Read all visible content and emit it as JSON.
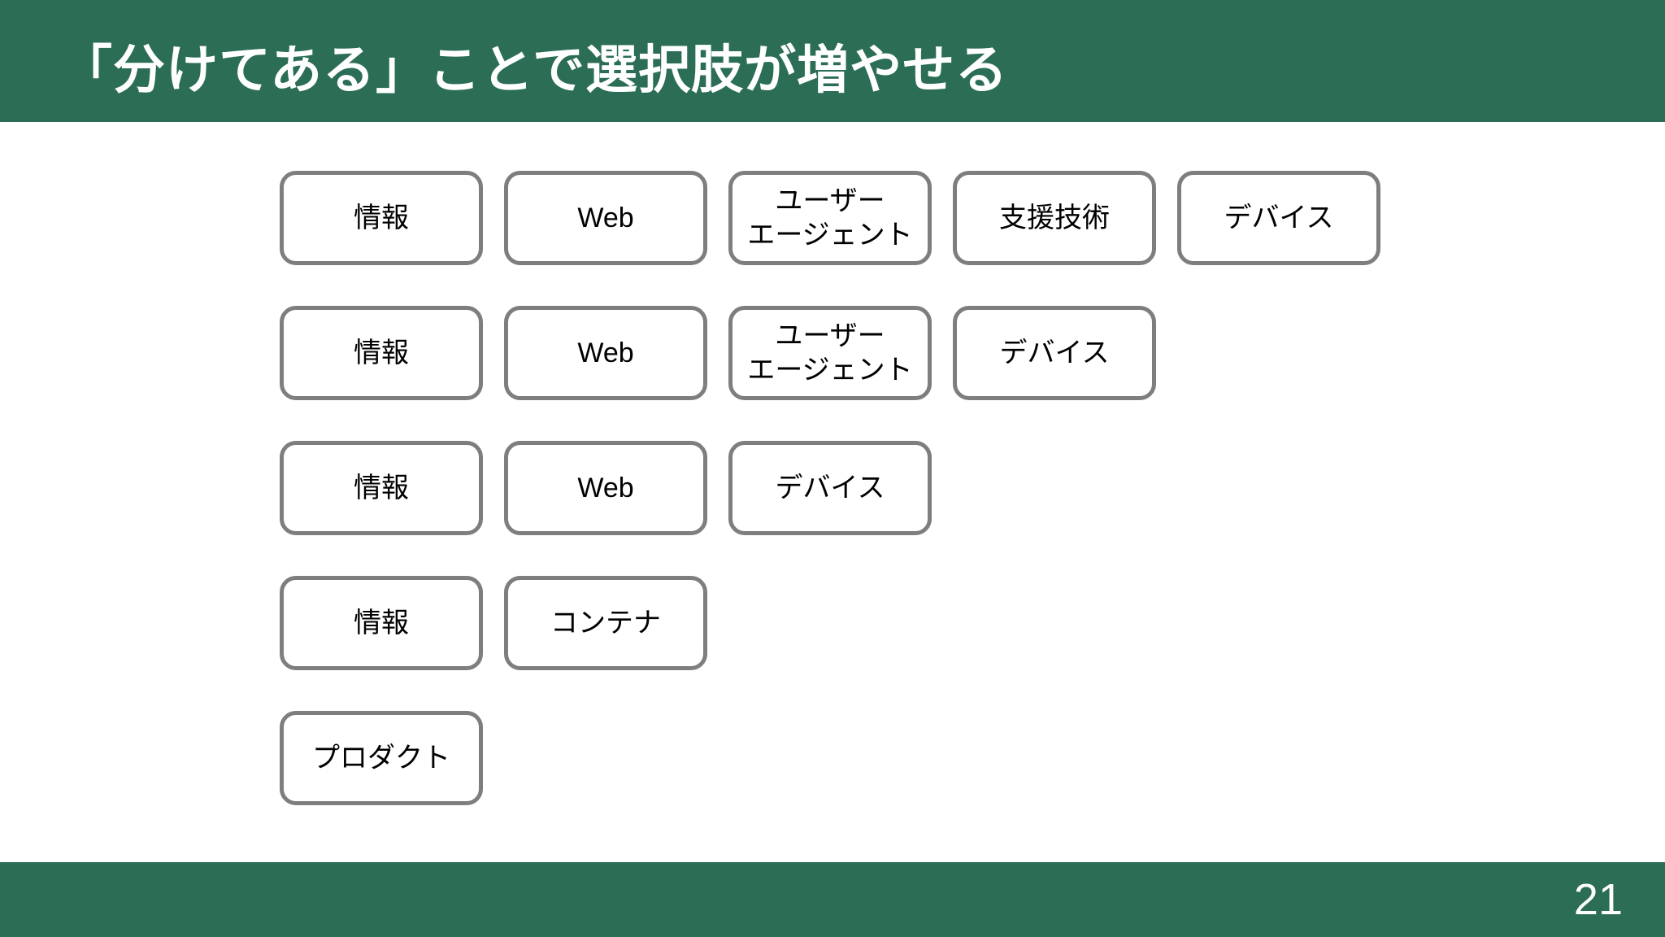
{
  "header": {
    "title": "「分けてある」ことで選択肢が増やせる"
  },
  "footer": {
    "page_number": "21"
  },
  "colors": {
    "accent_green": "#2b6e55",
    "box_border": "#7e7e7e",
    "box_bg": "#ffffff",
    "box_text": "#000000",
    "title_text": "#ffffff"
  },
  "rows": [
    {
      "boxes": [
        {
          "label": "情報"
        },
        {
          "label": "Web"
        },
        {
          "label": "ユーザー\nエージェント"
        },
        {
          "label": "支援技術"
        },
        {
          "label": "デバイス"
        }
      ]
    },
    {
      "boxes": [
        {
          "label": "情報"
        },
        {
          "label": "Web"
        },
        {
          "label": "ユーザー\nエージェント"
        },
        {
          "label": "デバイス"
        }
      ]
    },
    {
      "boxes": [
        {
          "label": "情報"
        },
        {
          "label": "Web"
        },
        {
          "label": "デバイス"
        }
      ]
    },
    {
      "boxes": [
        {
          "label": "情報"
        },
        {
          "label": "コンテナ"
        }
      ]
    },
    {
      "boxes": [
        {
          "label": "プロダクト"
        }
      ]
    }
  ]
}
